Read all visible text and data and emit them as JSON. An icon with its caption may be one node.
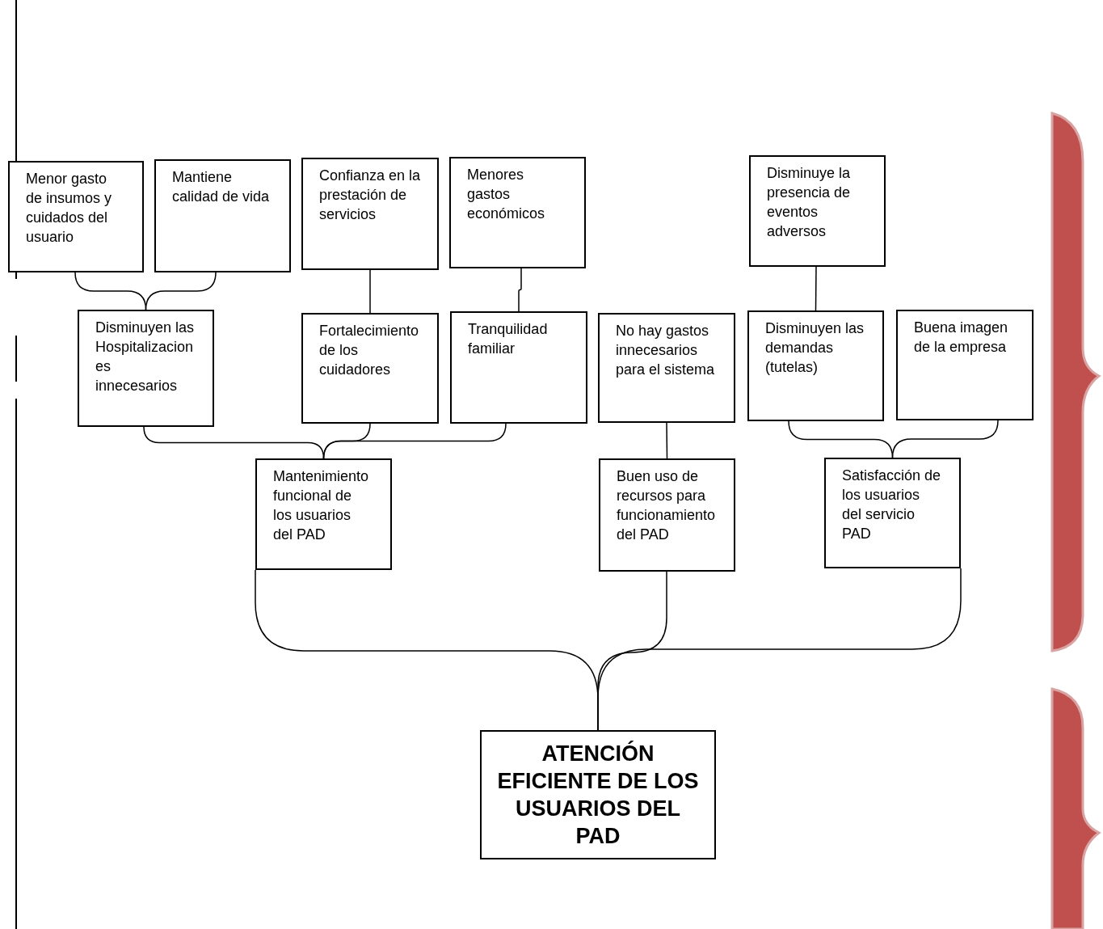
{
  "diagram": {
    "nodes": [
      {
        "text": [
          "Menor gasto de insumos y cuidados del usuario"
        ]
      },
      {
        "text": [
          "Mantiene calidad de vida"
        ]
      },
      {
        "text": [
          "Confianza en la prestación de servicios"
        ]
      },
      {
        "text": [
          "Menores gastos económicos"
        ]
      },
      {
        "text": [
          "Disminuye la presencia de eventos adversos"
        ]
      },
      {
        "text": [
          "Disminuyen las Hospitalizaciones innecesarios"
        ]
      },
      {
        "text": [
          "Fortalecimiento de los cuidadores"
        ]
      },
      {
        "text": [
          "Tranquilidad familiar"
        ]
      },
      {
        "text": [
          "No hay gastos innecesarios para el sistema"
        ]
      },
      {
        "text": [
          "Disminuyen las demandas (tutelas)"
        ]
      },
      {
        "text": [
          "Buena imagen de la empresa"
        ]
      },
      {
        "text": [
          "Mantenimiento funcional de los usuarios del PAD"
        ]
      },
      {
        "text": [
          "Buen uso de recursos para funcionamiento del PAD"
        ]
      },
      {
        "text": [
          "Satisfacción de los usuarios del servicio PAD"
        ]
      },
      {
        "text": [
          "ATENCIÓN EFICIENTE DE LOS USUARIOS DEL PAD"
        ]
      }
    ],
    "edges": [
      {
        "from": 0,
        "to": 5,
        "arrow": "none"
      },
      {
        "from": 1,
        "to": 5,
        "arrow": "none"
      },
      {
        "from": 2,
        "to": 6,
        "arrow": "none"
      },
      {
        "from": 3,
        "to": 7,
        "arrow": "none"
      },
      {
        "from": 4,
        "to": 9,
        "arrow": "none"
      },
      {
        "from": 5,
        "to": 11,
        "arrow": "none"
      },
      {
        "from": 6,
        "to": 11,
        "arrow": "none"
      },
      {
        "from": 7,
        "to": 11,
        "arrow": "none"
      },
      {
        "from": 8,
        "to": 12,
        "arrow": "none"
      },
      {
        "from": 9,
        "to": 13,
        "arrow": "none"
      },
      {
        "from": 10,
        "to": 13,
        "arrow": "none"
      },
      {
        "from": 11,
        "to": 14,
        "arrow": "none"
      },
      {
        "from": 12,
        "to": 14,
        "arrow": "none"
      },
      {
        "from": 13,
        "to": 14,
        "arrow": "none"
      }
    ]
  }
}
